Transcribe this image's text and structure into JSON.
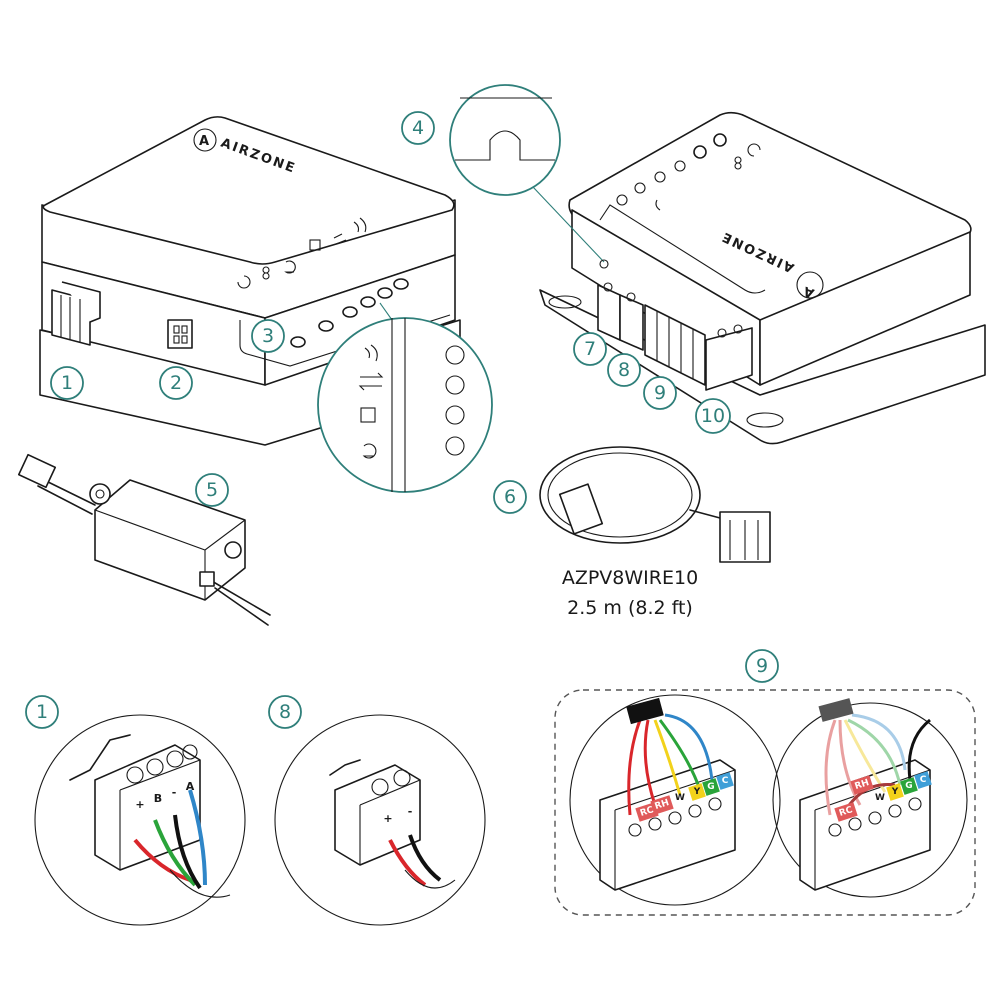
{
  "brand": "AIRZONE",
  "brand_mark": "A",
  "callouts": {
    "c1": "1",
    "c2": "2",
    "c3": "3",
    "c4": "4",
    "c5": "5",
    "c6": "6",
    "c7": "7",
    "c8": "8",
    "c9": "9",
    "c10": "10",
    "detail_1": "1",
    "detail_8": "8",
    "detail_9": "9"
  },
  "cable": {
    "model": "AZPV8WIRE10",
    "length": "2.5 m (8.2 ft)"
  },
  "connector_4pin": {
    "plus": "+",
    "b": "B",
    "minus": "-",
    "a": "A"
  },
  "connector_2pin": {
    "plus": "+",
    "minus": "-"
  },
  "terminal_labels": {
    "rc": "RC",
    "rh": "RH",
    "w": "W",
    "y": "Y",
    "g": "G",
    "c": "C"
  },
  "colors": {
    "accent": "#2f7f7a",
    "wire_red": "#d9262b",
    "wire_green": "#2aa43a",
    "wire_blue": "#2f86c8",
    "wire_yellow": "#f2d21b",
    "wire_black": "#111111",
    "label_rc": "#e05a5a",
    "label_rh": "#e05a5a",
    "label_y": "#f2d21b",
    "label_g": "#2aa43a",
    "label_c": "#3f9fd8"
  },
  "icons": [
    "wifi-icon",
    "exchange-arrows-icon",
    "chip-icon",
    "power-plug-icon",
    "link-icon",
    "reset-icon"
  ]
}
